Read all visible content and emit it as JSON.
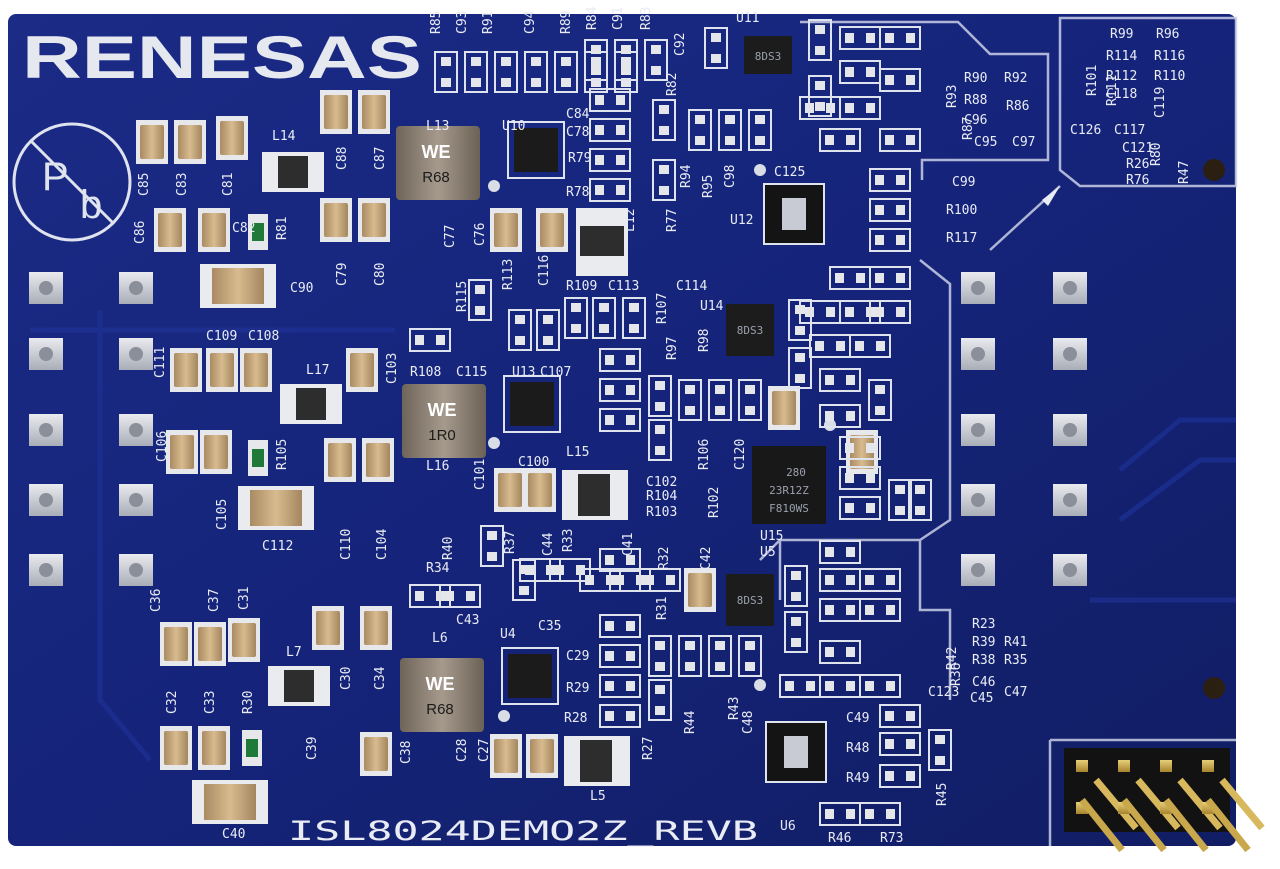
{
  "board": {
    "brand": "RENESAS",
    "name": "ISL8024DEMO2Z_REVB",
    "colors": {
      "pcb": "#15247a",
      "silkscreen": "#e9ecf4",
      "copper": "#cfd2da",
      "inductor": "#8e8172",
      "capacitor": "#c9a77a"
    }
  },
  "inductors": [
    {
      "marking": "R68"
    },
    {
      "marking": "1R0"
    },
    {
      "marking": "R68"
    }
  ],
  "ics": [
    {
      "ref": "U11",
      "marking": "8DS3"
    },
    {
      "ref": "U14",
      "marking": "8DS3"
    },
    {
      "ref": "U5",
      "marking": "8DS3"
    },
    {
      "ref": "U15",
      "marking_lines": [
        "280",
        "23R12Z",
        "F810WS"
      ]
    }
  ],
  "silkscreen_labels": [
    "R85",
    "C93",
    "R91",
    "C94",
    "R89",
    "R84",
    "C91",
    "R83",
    "C92",
    "U11",
    "R99",
    "R96",
    "R101",
    "R114",
    "R116",
    "R112",
    "R110",
    "R111",
    "C118",
    "C119",
    "R90",
    "R92",
    "R93",
    "R88",
    "R86",
    "C96",
    "R87",
    "C95",
    "C97",
    "C126",
    "C117",
    "C121",
    "R26",
    "R80",
    "R76",
    "R47",
    "C99",
    "R100",
    "R117",
    "L14",
    "L13",
    "C85",
    "C83",
    "C81",
    "C88",
    "C87",
    "C86",
    "C82",
    "R81",
    "C77",
    "C76",
    "C79",
    "C80",
    "C90",
    "R82",
    "C84",
    "C78",
    "U10",
    "R79",
    "R78",
    "L12",
    "R77",
    "R94",
    "R95",
    "C98",
    "C125",
    "U12",
    "C114",
    "R113",
    "R115",
    "C116",
    "R109",
    "C113",
    "R107",
    "U14",
    "R97",
    "R98",
    "C109",
    "C108",
    "C111",
    "L17",
    "C103",
    "R108",
    "C115",
    "U13",
    "C107",
    "C106",
    "R105",
    "L16",
    "C105",
    "C112",
    "C110",
    "C104",
    "C101",
    "C100",
    "L15",
    "C102",
    "R104",
    "R103",
    "R106",
    "C120",
    "R102",
    "U15",
    "U5",
    "R40",
    "R37",
    "C44",
    "R33",
    "C41",
    "R32",
    "C42",
    "R34",
    "C43",
    "C36",
    "C37",
    "C31",
    "R31",
    "C35",
    "L6",
    "U4",
    "C29",
    "R29",
    "R28",
    "L7",
    "C30",
    "C34",
    "C32",
    "C33",
    "R30",
    "C39",
    "C38",
    "C28",
    "C27",
    "L5",
    "R27",
    "R44",
    "R43",
    "C48",
    "R23",
    "R42",
    "R39",
    "R41",
    "R36",
    "R38",
    "R35",
    "C46",
    "C123",
    "C45",
    "C47",
    "C49",
    "R48",
    "R49",
    "R45",
    "C40",
    "U6",
    "R46",
    "R73"
  ]
}
